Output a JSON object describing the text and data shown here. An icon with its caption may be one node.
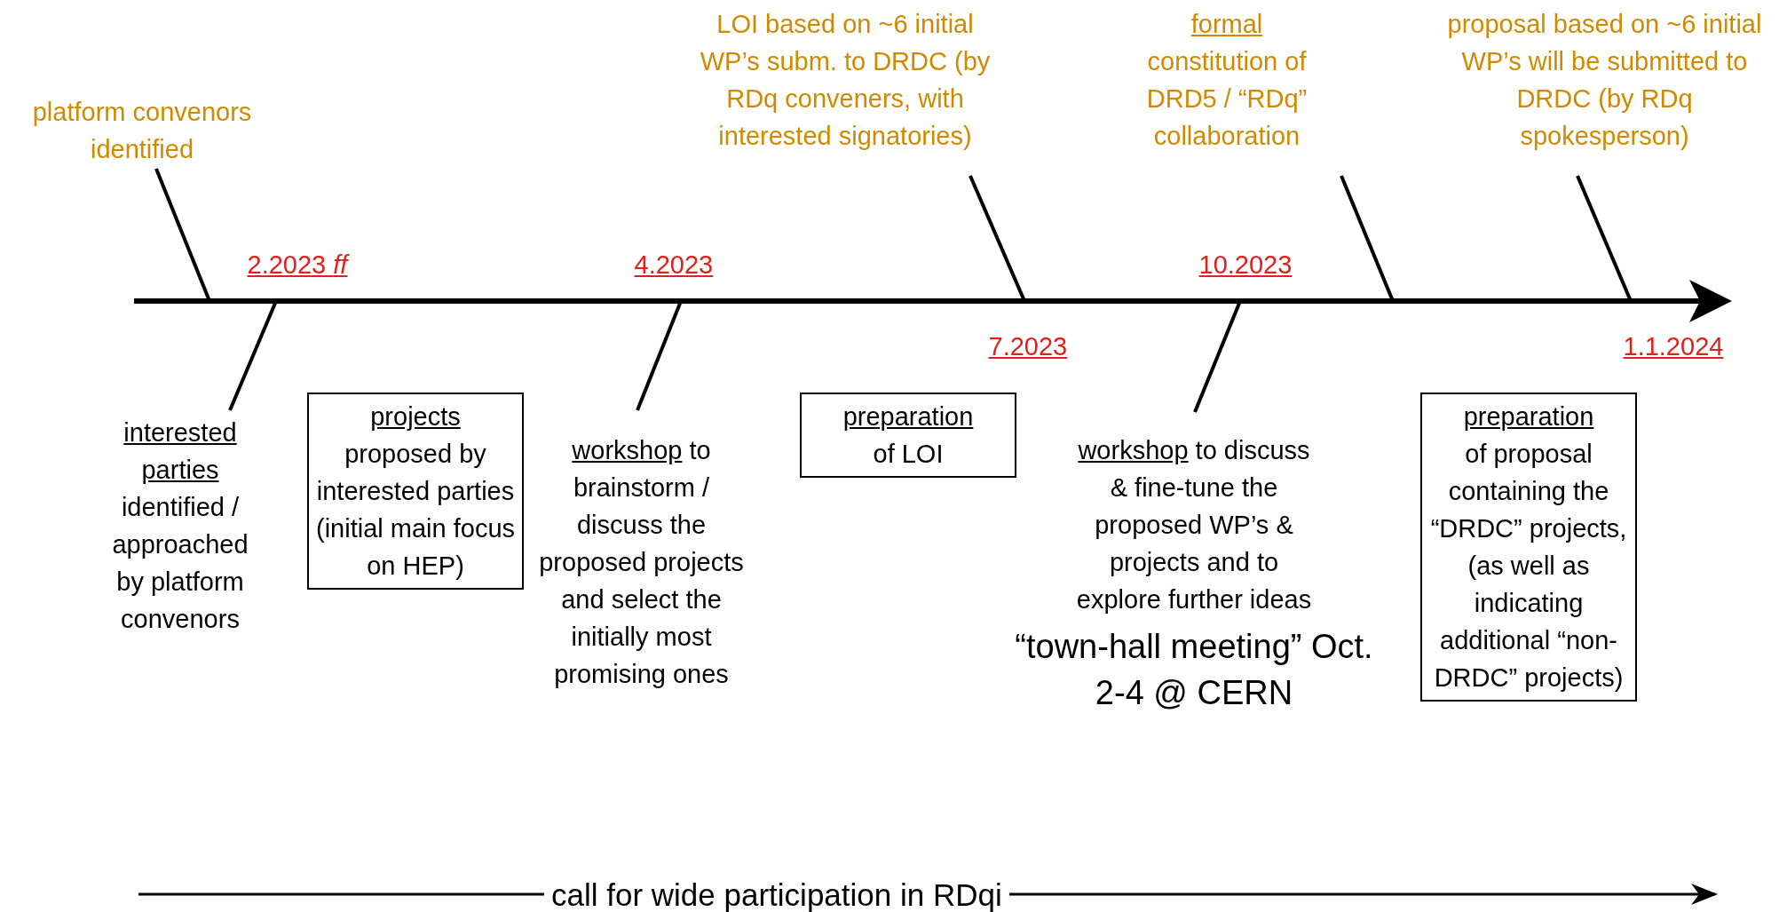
{
  "diagram": {
    "nodes": [
      {
        "text": [
          "platform convenors identified"
        ]
      },
      {
        "text": [
          "LOI based on ~6 initial WP’s subm. to DRDC (by RDq conveners, with interested signatories)"
        ]
      },
      {
        "text": [
          "formal",
          "constitution of DRD5 / “RDq” collaboration"
        ]
      },
      {
        "text": [
          "proposal based on ~6 initial WP’s will be submitted to DRDC (by RDq spokesperson)"
        ]
      },
      {
        "text": [
          "interested parties",
          "identified / approached by platform convenors"
        ]
      },
      {
        "text": [
          "projects",
          "proposed by interested parties (initial main focus on HEP)"
        ]
      },
      {
        "text": [
          "workshop",
          "to brainstorm / discuss the proposed projects and select the initially most promising ones"
        ]
      },
      {
        "text": [
          "preparation",
          "of LOI"
        ]
      },
      {
        "text": [
          "workshop",
          "to discuss & fine-tune the proposed WP’s & projects and to explore further ideas"
        ],
        "beside": [
          "“town-hall meeting” Oct. 2-4 @ CERN"
        ]
      },
      {
        "text": [
          "preparation",
          "of proposal containing the “DRDC” projects, (as well as indicating additional “non-DRDC” projects)"
        ]
      }
    ],
    "edges": [
      {
        "from": 0,
        "to": null,
        "arrow": "none"
      },
      {
        "from": 1,
        "to": null,
        "arrow": "none"
      },
      {
        "from": 2,
        "to": null,
        "arrow": "none"
      },
      {
        "from": 3,
        "to": null,
        "arrow": "none"
      },
      {
        "from": 4,
        "to": null,
        "arrow": "none"
      },
      {
        "from": 6,
        "to": null,
        "arrow": "none"
      },
      {
        "from": 8,
        "to": null,
        "arrow": "none"
      }
    ],
    "labels": [
      "2.2023 *ff*",
      "4.2023",
      "10.2023",
      "7.2023",
      "1.1.2024",
      "call for wide participation in RDqi"
    ]
  }
}
